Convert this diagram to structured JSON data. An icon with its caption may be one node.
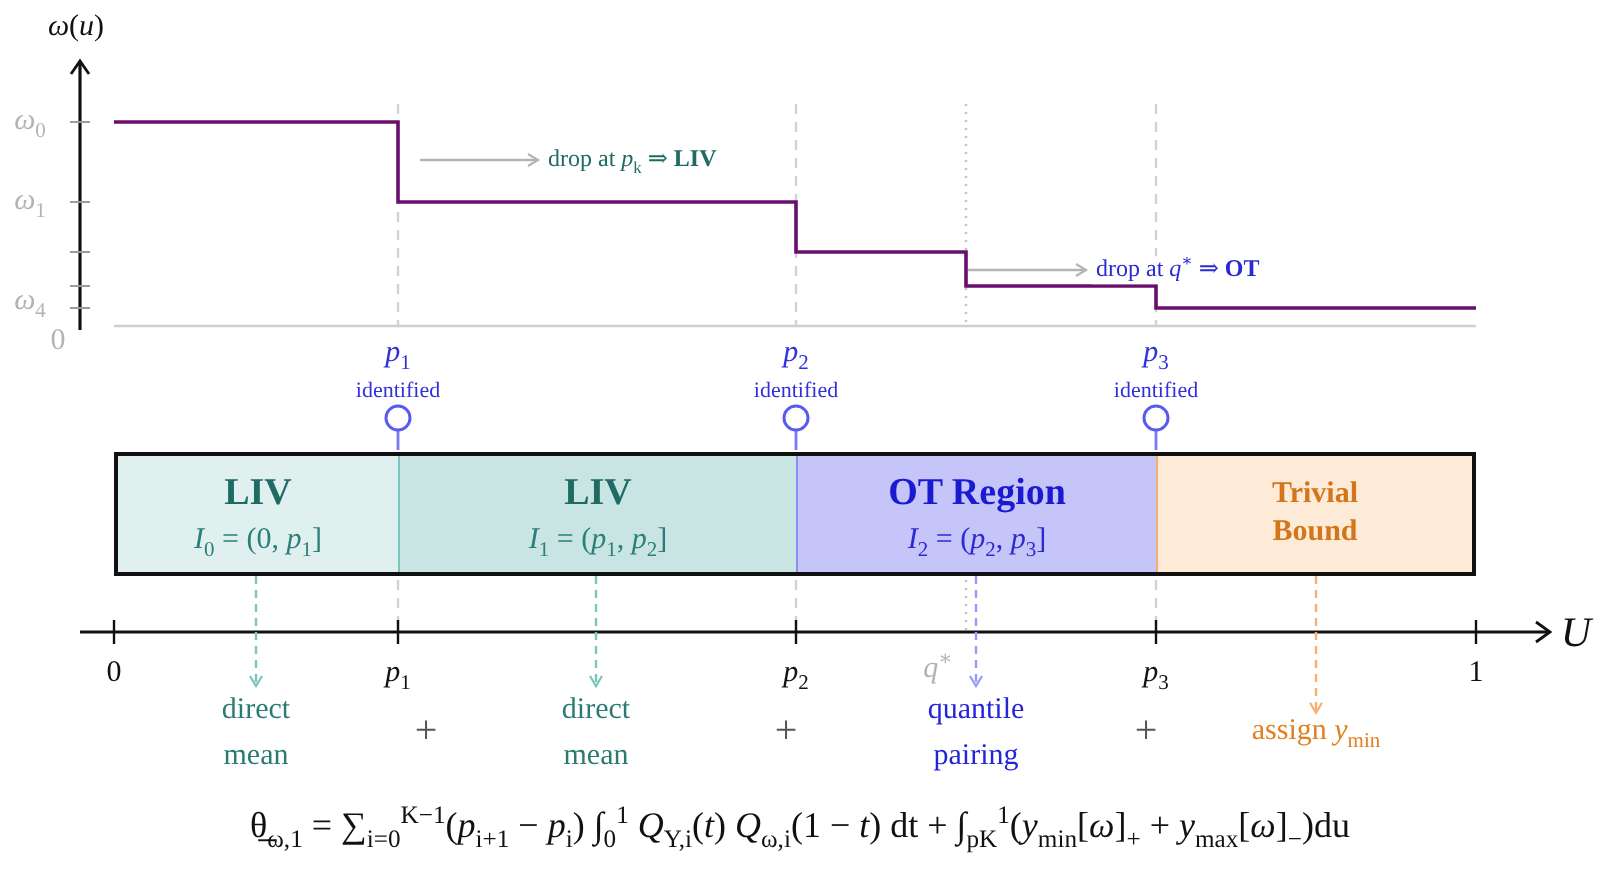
{
  "diagram": {
    "caption": "θ̲$_{ω,1}$ = ∑$_{i=0}$$^{K−1}$(*p*$_{i+1}$ − *p*$_{i}$) ∫$_{0}$$^{1}$ *Q*$_{Y,i}$(*t*) *Q*$_{ω,i}$(1 − *t*) dt + ∫$_{pK}$$^{1}$(*y*$_{min}$[*ω*]$_{+}$ + *y*$_{max}$[*ω*]$_{−}$)du",
    "nodes": [
      {
        "text": [
          "drop at *p*$_{k}$ ⇒ **LIV**"
        ]
      },
      {
        "text": [
          "drop at *q*$^{∗}$ ⇒ **OT**"
        ]
      },
      {
        "text": [
          "LIV",
          "*I*$_{0}$ = (0, *p*$_{1}$]"
        ]
      },
      {
        "text": [
          "LIV",
          "*I*$_{1}$ = (*p*$_{1}$, *p*$_{2}$]"
        ]
      },
      {
        "text": [
          "OT Region",
          "*I*$_{2}$ = (*p*$_{2}$, *p*$_{3}$]"
        ]
      },
      {
        "text": [
          "Trivial Bound"
        ]
      },
      {
        "text": [
          "direct mean"
        ]
      },
      {
        "text": [
          "direct mean"
        ]
      },
      {
        "text": [
          "quantile pairing"
        ]
      },
      {
        "text": [
          "assign *y*$_{min}$"
        ]
      }
    ],
    "edges": [
      {
        "from": null,
        "to": 0,
        "arrow": "to",
        "color": "#b4b4b4"
      },
      {
        "from": null,
        "to": 1,
        "arrow": "to",
        "color": "#b4b4b4"
      },
      {
        "from": 2,
        "to": 6,
        "arrow": "to",
        "style": "dashed",
        "color": "#7cc4be"
      },
      {
        "from": 3,
        "to": 7,
        "arrow": "to",
        "style": "dashed",
        "color": "#7cc4be"
      },
      {
        "from": 4,
        "to": 8,
        "arrow": "to",
        "style": "dashed",
        "color": "#9a9af5"
      },
      {
        "from": 5,
        "to": 9,
        "arrow": "to",
        "style": "dashed",
        "color": "#f5b070"
      }
    ],
    "labels": [
      "*ω*(*u*)",
      "*ω*$_{0}$",
      "*ω*$_{1}$",
      "*ω*$_{4}$",
      "0",
      "*p*$_{1}$",
      "identified",
      "*p*$_{2}$",
      "identified",
      "*p*$_{3}$",
      "identified",
      "0",
      "*p*$_{1}$",
      "*p*$_{2}$",
      "*q*$^{∗}$",
      "*p*$_{3}$",
      "1",
      "U",
      "+",
      "+",
      "+"
    ]
  }
}
